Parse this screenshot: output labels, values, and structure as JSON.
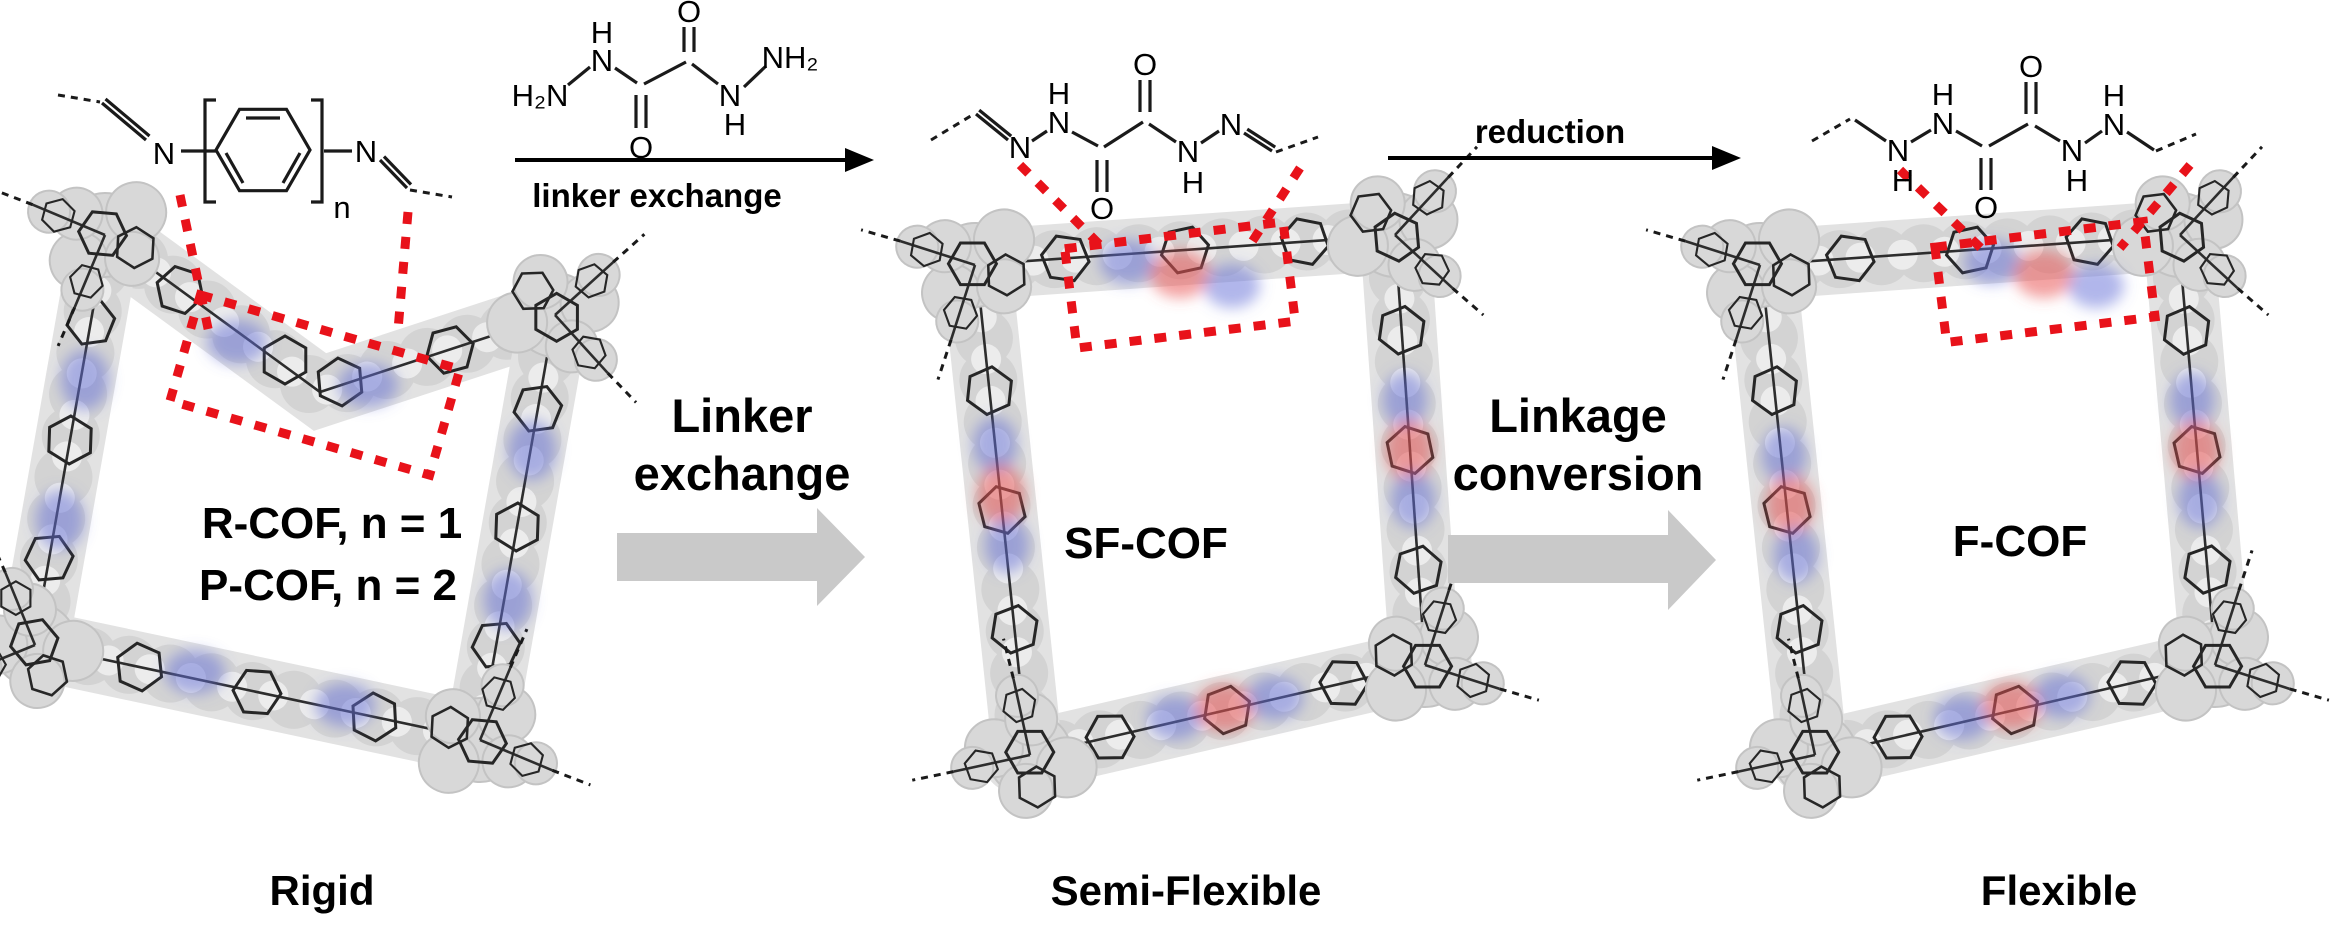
{
  "figure": {
    "type": "reaction-scheme",
    "description_colors": {
      "highlight_red": "#e8121a",
      "imine_blue_glow": "#646ed7",
      "carbonyl_red_glow": "#e95555",
      "block_arrow_gray": "#c9c9c9",
      "framework_gray": "#d8d8d8"
    }
  },
  "atoms": {
    "N": "N",
    "H": "H",
    "O": "O",
    "H2N": "H₂N",
    "NH2": "NH₂",
    "n": "n"
  },
  "reaction": {
    "step1_label": "linker exchange",
    "step2_label": "reduction"
  },
  "transitions": [
    {
      "line1": "Linker",
      "line2": "exchange"
    },
    {
      "line1": "Linkage",
      "line2": "conversion"
    }
  ],
  "panels": [
    {
      "name": "R-COF",
      "label1": "R-COF, n = 1",
      "label2": "P-COF, n = 2",
      "bottom": "Rigid"
    },
    {
      "name": "SF-COF",
      "label1": "SF-COF",
      "bottom": "Semi-Flexible"
    },
    {
      "name": "F-COF",
      "label1": "F-COF",
      "bottom": "Flexible"
    }
  ]
}
